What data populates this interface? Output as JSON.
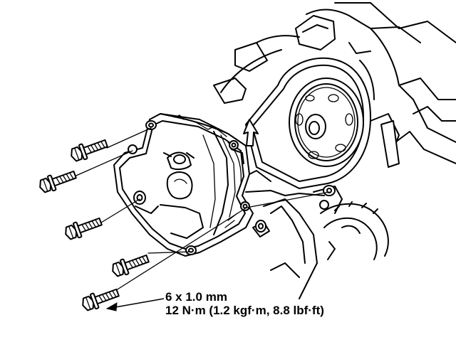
{
  "spec": {
    "bolt_size": "6 x 1.0 mm",
    "torque": "12 N·m (1.2 kgf·m, 8.8 lbf·ft)"
  },
  "parts": {
    "bolt_count": 5
  },
  "colors": {
    "ink": "#000000",
    "paper": "#ffffff"
  }
}
